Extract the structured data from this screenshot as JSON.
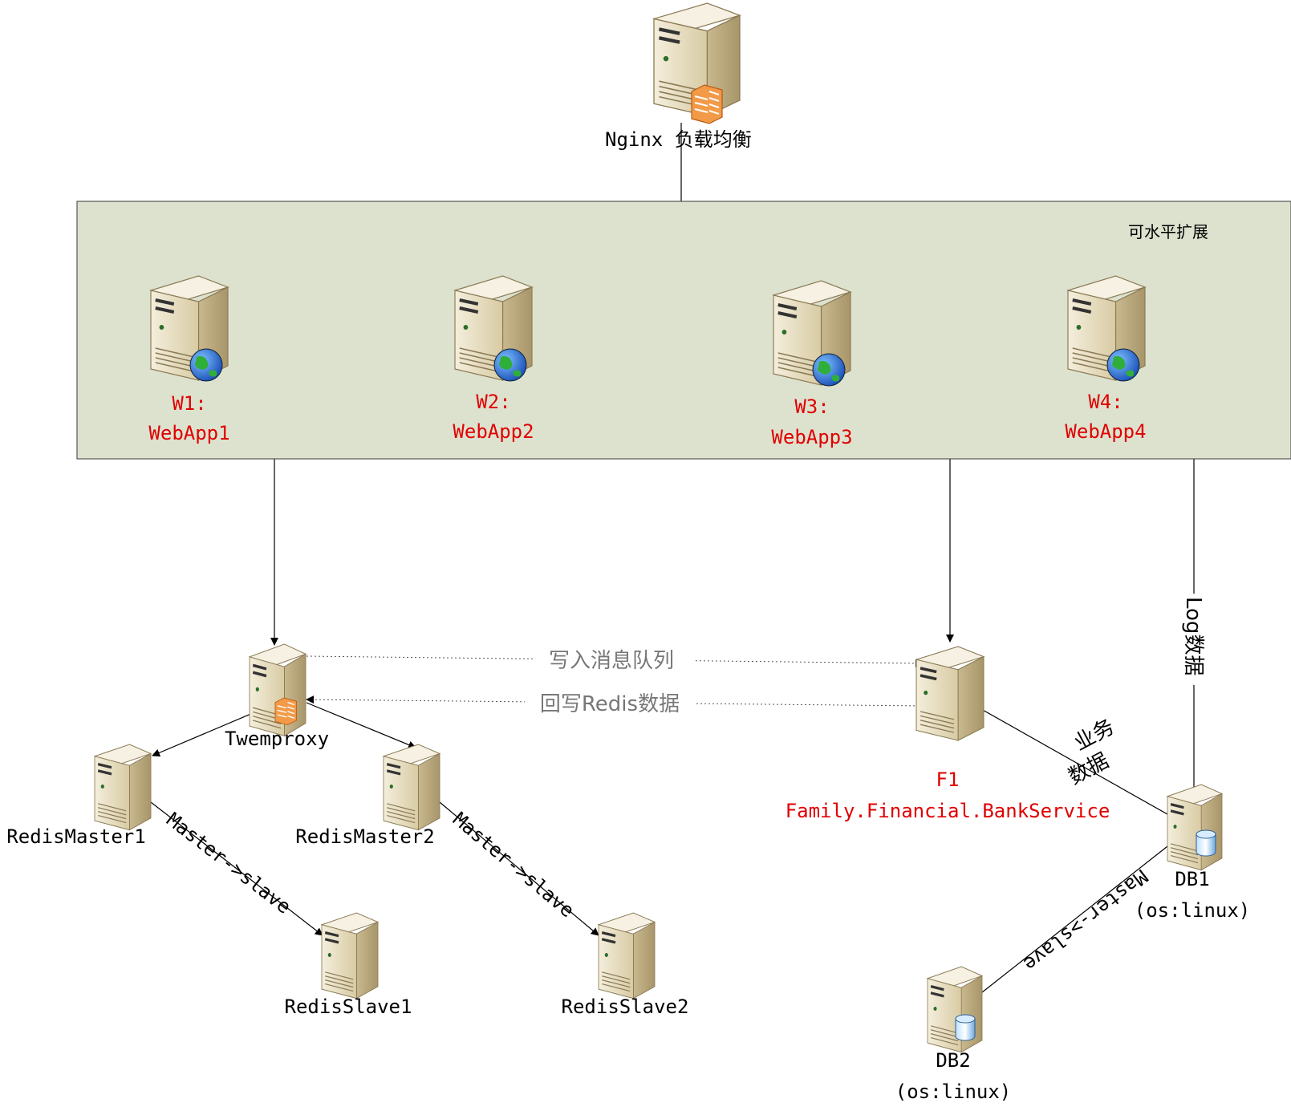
{
  "colors": {
    "cluster_fill": "#dde2cf",
    "cluster_stroke": "#555555",
    "server_body": "#e6dcc0",
    "server_side": "#b8a87c",
    "server_top": "#f3ecd8",
    "label_red": "#e00000",
    "label_gray": "#777777"
  },
  "nginx": {
    "label": "Nginx 负载均衡",
    "icon": "firewall-badge-icon"
  },
  "cluster": {
    "label": "可水平扩展"
  },
  "webapps": [
    {
      "id_label": "W1:",
      "name": "WebApp1",
      "icon": "globe-icon"
    },
    {
      "id_label": "W2:",
      "name": "WebApp2",
      "icon": "globe-icon"
    },
    {
      "id_label": "W3:",
      "name": "WebApp3",
      "icon": "globe-icon"
    },
    {
      "id_label": "W4:",
      "name": "WebApp4",
      "icon": "globe-icon"
    }
  ],
  "twemproxy": {
    "label": "Twemproxy"
  },
  "redis": {
    "master1": "RedisMaster1",
    "master2": "RedisMaster2",
    "slave1": "RedisSlave1",
    "slave2": "RedisSlave2",
    "replication_label": "Master->slave"
  },
  "f1": {
    "id_label": "F1",
    "name": "Family.Financial.BankService"
  },
  "db1": {
    "name": "DB1",
    "os": "(os:linux)"
  },
  "db2": {
    "name": "DB2",
    "os": "(os:linux)"
  },
  "edges": {
    "write_queue": "写入消息队列",
    "write_back_redis": "回写Redis数据",
    "log_data": "Log数据",
    "business_data_line1": "业务",
    "business_data_line2": "数据",
    "db_replication": "Master->slave"
  }
}
